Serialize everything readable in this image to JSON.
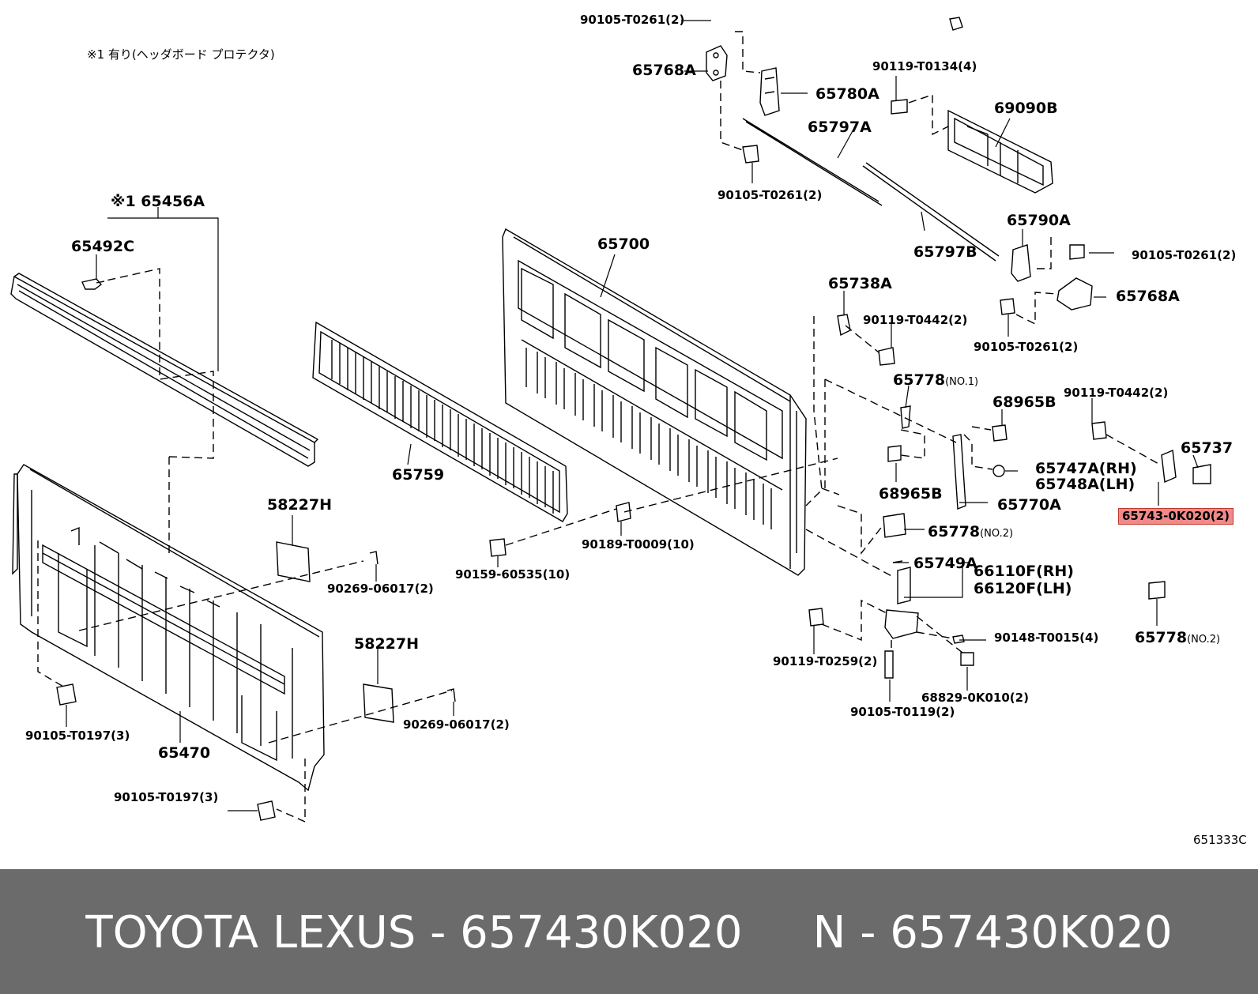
{
  "diagram": {
    "note": "※1 有り(ヘッダボード プロテクタ)",
    "code": "651333C",
    "highlight_color": "#f08a8a",
    "labels": {
      "b1": "90105-T0261(2)",
      "b2": "65768A",
      "b3": "65780A",
      "b4": "90119-T0134(4)",
      "b5": "69090B",
      "b6": "65797A",
      "b7": "90105-T0261(2)",
      "b8": "65797B",
      "b9": "65790A",
      "b10": "90105-T0261(2)",
      "b11": "65768A",
      "b12": "90105-T0261(2)",
      "b13": "※1 65456A",
      "b14": "65492C",
      "b15": "65700",
      "b16": "65738A",
      "b17": "90119-T0442(2)",
      "b18": "65778",
      "b18s": "(NO.1)",
      "b19": "68965B",
      "b20": "90119-T0442(2)",
      "b21": "65737",
      "b22": "65747A(RH)",
      "b23": "65748A(LH)",
      "b24": "68965B",
      "b25": "65770A",
      "b26": "65743-0K020(2)",
      "b27": "65759",
      "b28": "58227H",
      "b29": "90189-T0009(10)",
      "b30": "65778",
      "b30s": "(NO.2)",
      "b31": "90159-60535(10)",
      "b32": "65749A",
      "b33": "66110F(RH)",
      "b34": "66120F(LH)",
      "b35": "90269-06017(2)",
      "b36": "65778",
      "b36s": "(NO.2)",
      "b37": "90148-T0015(4)",
      "b38": "58227H",
      "b39": "90119-T0259(2)",
      "b40": "90269-06017(2)",
      "b41": "68829-0K010(2)",
      "b42": "90105-T0119(2)",
      "b43": "90105-T0197(3)",
      "b44": "65470",
      "b45": "90105-T0197(3)"
    }
  },
  "footer": {
    "text": "TOYOTA LEXUS - 657430K020     N - 657430K020"
  }
}
